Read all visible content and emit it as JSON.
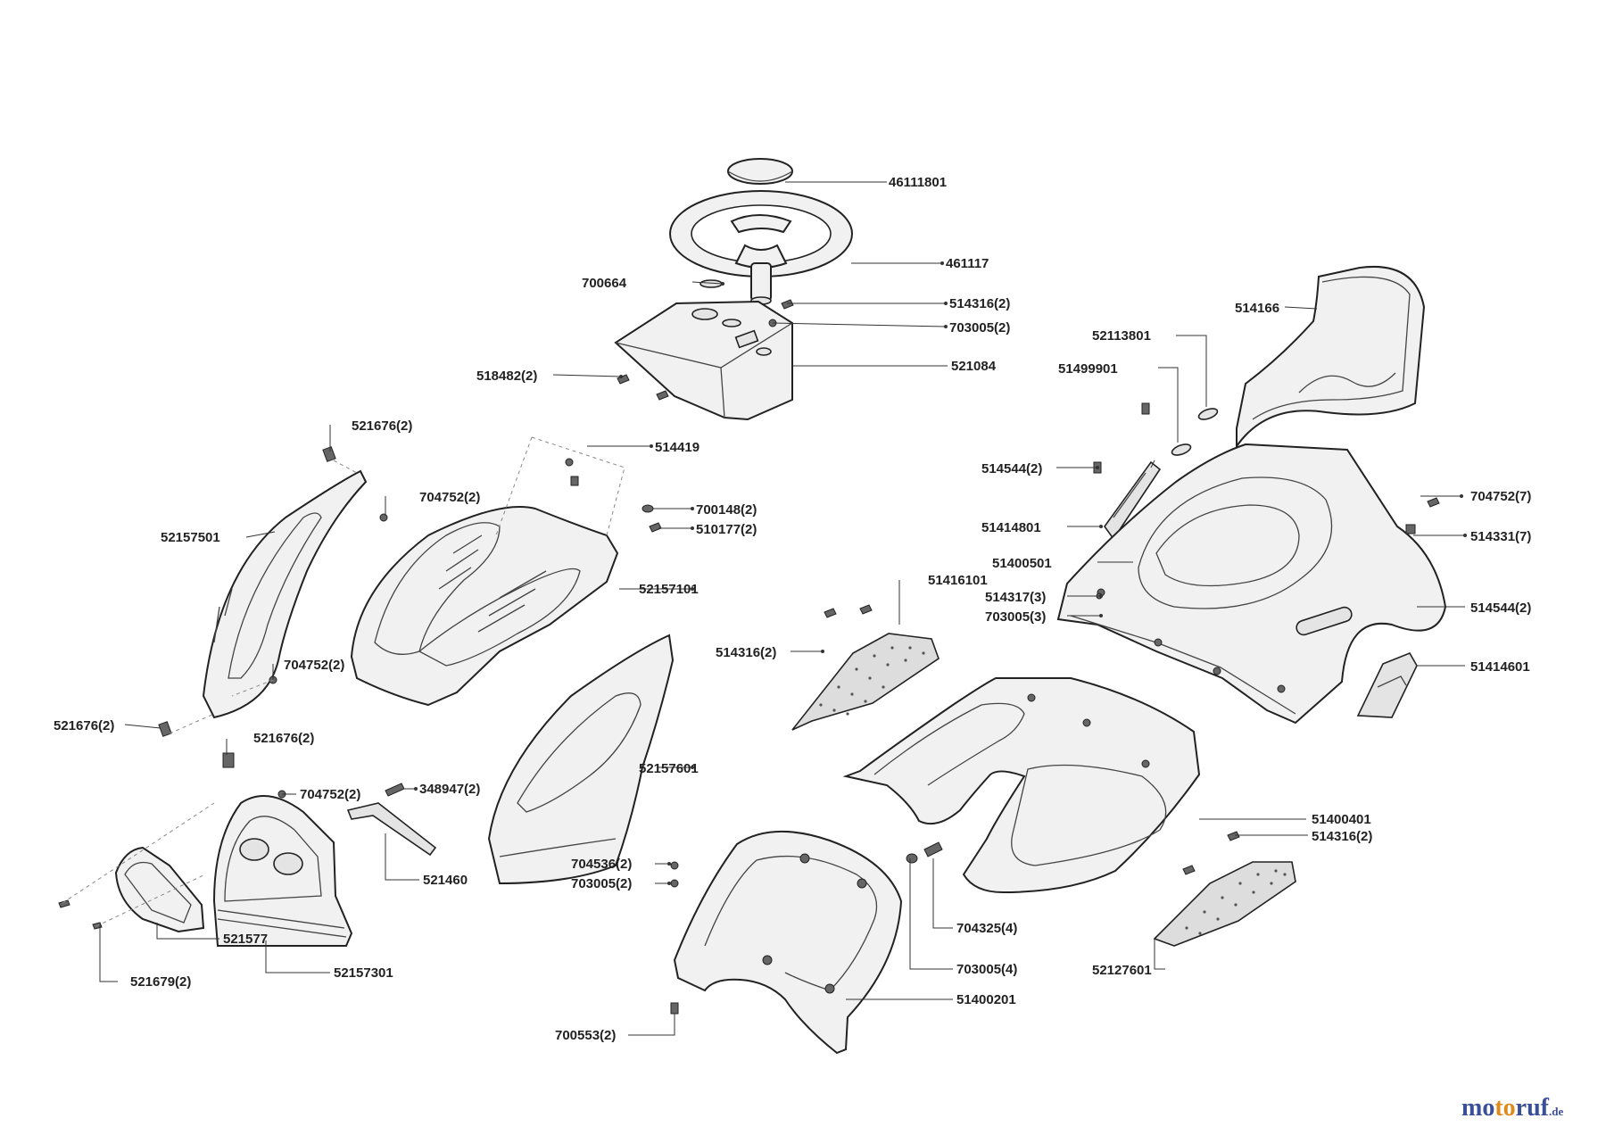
{
  "brand": {
    "part1": "mo",
    "part2": "to",
    "part3": "ruf",
    "suffix": ".de"
  },
  "colors": {
    "line": "#222222",
    "brand_blue": "#3a4f9a",
    "brand_orange": "#e08a1e"
  },
  "labels": {
    "l_46111801": "46111801",
    "l_461117": "461117",
    "l_700664": "700664",
    "l_514316_2_top": "514316(2)",
    "l_703005_2_top": "703005(2)",
    "l_521084": "521084",
    "l_518482_2": "518482(2)",
    "l_514166": "514166",
    "l_52113801": "52113801",
    "l_51499901": "51499901",
    "l_521676_2_a": "521676(2)",
    "l_514419": "514419",
    "l_704752_2_a": "704752(2)",
    "l_700148_2": "700148(2)",
    "l_510177_2": "510177(2)",
    "l_514544_2_a": "514544(2)",
    "l_704752_7": "704752(7)",
    "l_52157501": "52157501",
    "l_514331_7": "514331(7)",
    "l_51414801": "51414801",
    "l_52157101": "52157101",
    "l_51400501": "51400501",
    "l_51416101": "51416101",
    "l_514317_3": "514317(3)",
    "l_703005_3": "703005(3)",
    "l_514544_2_b": "514544(2)",
    "l_514316_2_mid": "514316(2)",
    "l_704752_2_b": "704752(2)",
    "l_51414601": "51414601",
    "l_521676_2_b": "521676(2)",
    "l_521676_2_c": "521676(2)",
    "l_52157601": "52157601",
    "l_704752_2_c": "704752(2)",
    "l_348947_2": "348947(2)",
    "l_51400401": "51400401",
    "l_514316_2_low": "514316(2)",
    "l_704536_2": "704536(2)",
    "l_703005_2_low": "703005(2)",
    "l_521460": "521460",
    "l_521577": "521577",
    "l_704325_4": "704325(4)",
    "l_52157301": "52157301",
    "l_703005_4": "703005(4)",
    "l_52127601": "52127601",
    "l_521679_2": "521679(2)",
    "l_51400201": "51400201",
    "l_700553_2": "700553(2)"
  }
}
